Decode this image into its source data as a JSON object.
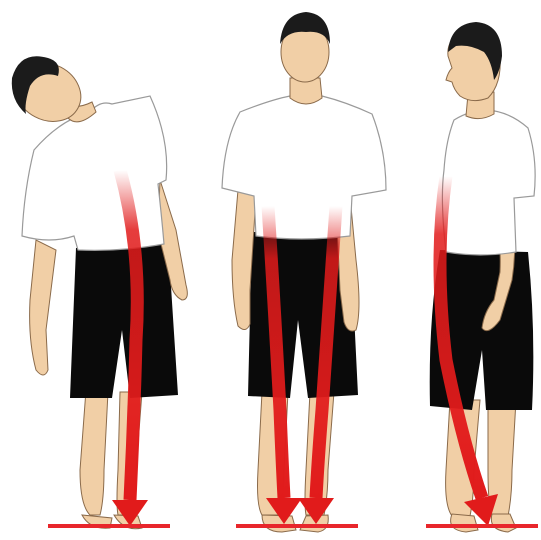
{
  "figures": [
    {
      "id": "leaning",
      "pose": "head-tilted-sideways",
      "arrows": 1
    },
    {
      "id": "upright",
      "pose": "standing-straight",
      "arrows": 2
    },
    {
      "id": "profile",
      "pose": "side-view",
      "arrows": 1
    }
  ],
  "colors": {
    "skin": "#f1cfa6",
    "skin_outline": "#8a6a4a",
    "hair": "#1b1b1b",
    "shirt": "#ffffff",
    "shirt_outline": "#9a9a9a",
    "shorts": "#0a0a0a",
    "arrow": "#e11b1b",
    "ground_line": "#e8262b"
  }
}
